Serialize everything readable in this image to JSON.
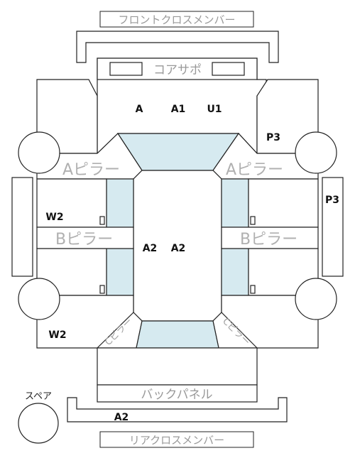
{
  "parts": {
    "front_cross_member": "フロントクロスメンバー",
    "core_support": "コアサポ",
    "a_pillar": "Aピラー",
    "b_pillar": "Bピラー",
    "back_panel": "バックパネル",
    "rear_cross_member": "リアクロスメンバー",
    "spare": "スペア",
    "rear_pillar_left": "Cピラー",
    "rear_pillar_right": "Cピラー"
  },
  "codes": {
    "front_a": "A",
    "front_a1": "A1",
    "front_u1": "U1",
    "right_p3_upper": "P3",
    "right_p3_side": "P3",
    "left_w2_upper": "W2",
    "left_w2_lower": "W2",
    "center_a2_left": "A2",
    "center_a2_right": "A2",
    "rear_a2": "A2"
  }
}
